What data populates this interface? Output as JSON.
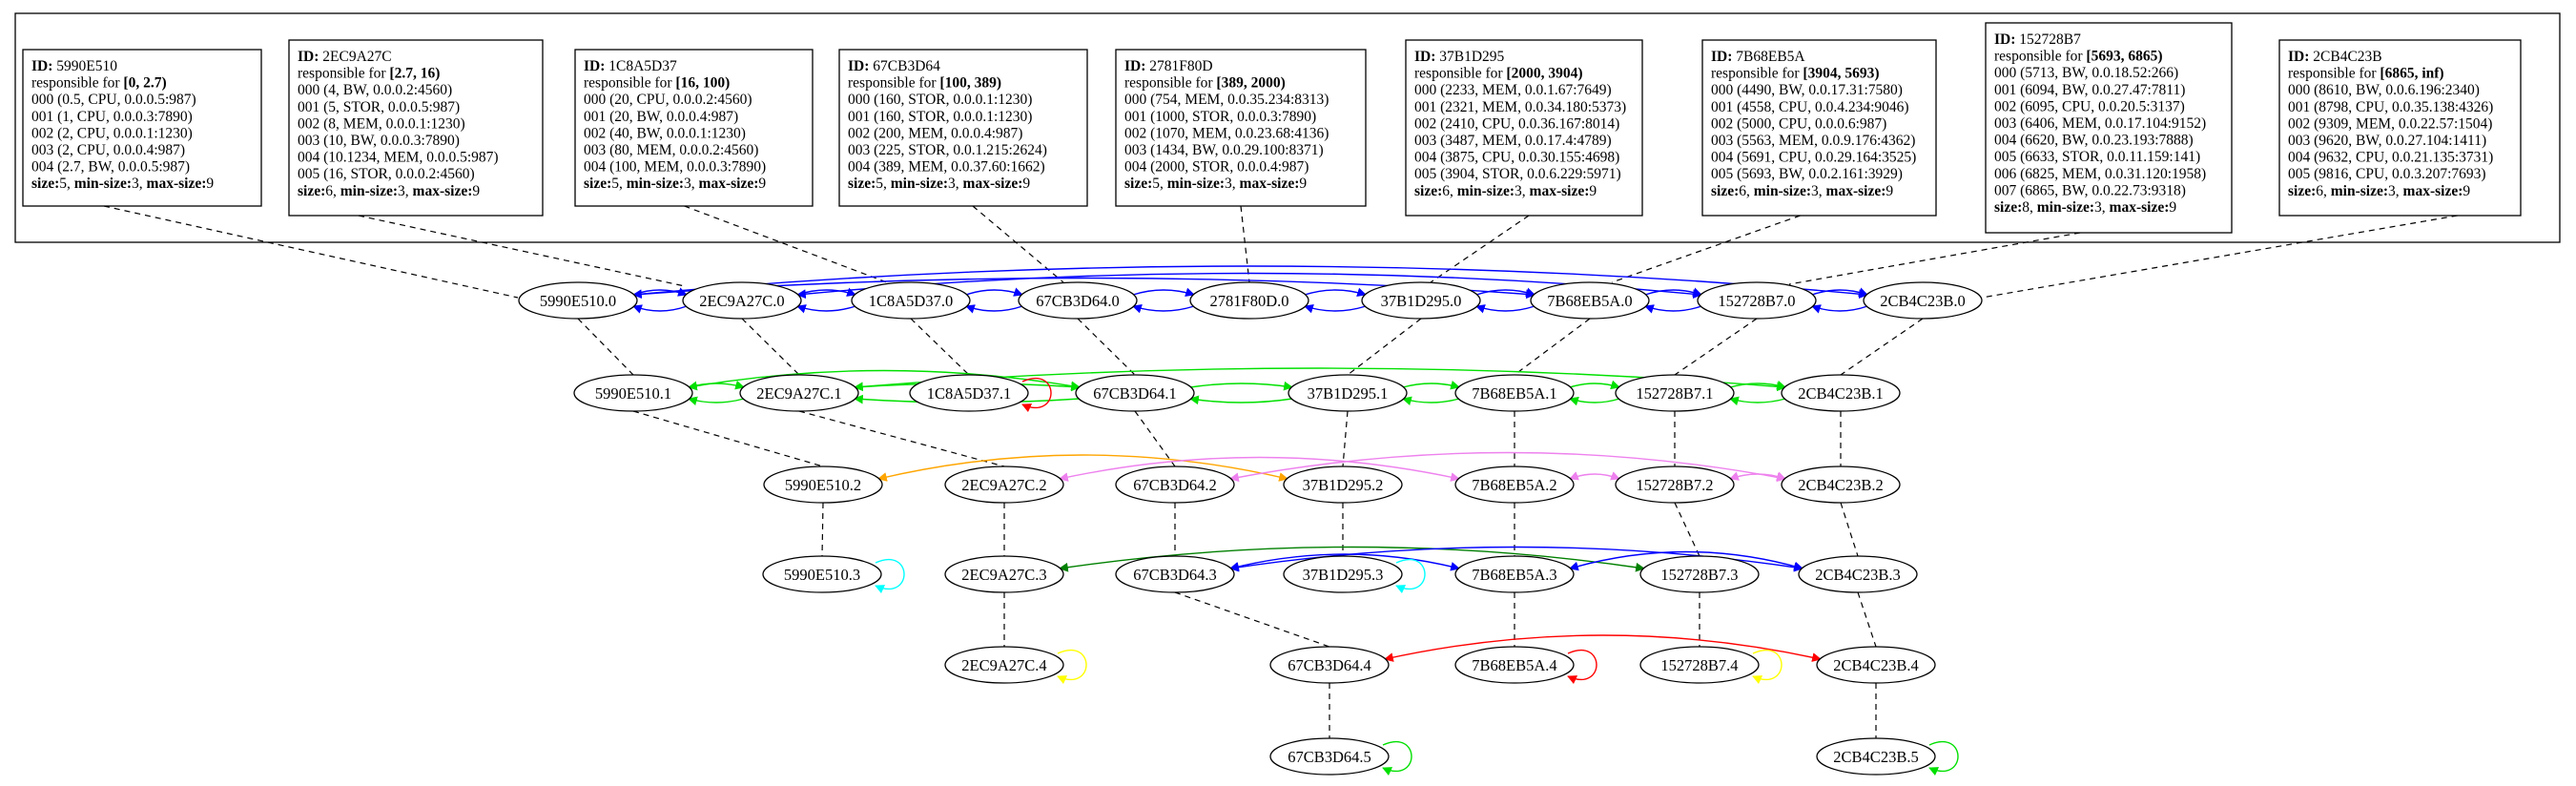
{
  "peers": [
    {
      "id": "5990E510",
      "range": "[0, 2.7)",
      "entries": [
        "000 (0.5, CPU, 0.0.0.5:987)",
        "001 (1, CPU, 0.0.0.3:7890)",
        "002 (2, CPU, 0.0.0.1:1230)",
        "003 (2, CPU, 0.0.0.4:987)",
        "004 (2.7, BW, 0.0.0.5:987)"
      ],
      "size": "5",
      "min_size": "3",
      "max_size": "9"
    },
    {
      "id": "2EC9A27C",
      "range": "[2.7, 16)",
      "entries": [
        "000 (4, BW, 0.0.0.2:4560)",
        "001 (5, STOR, 0.0.0.5:987)",
        "002 (8, MEM, 0.0.0.1:1230)",
        "003 (10, BW, 0.0.0.3:7890)",
        "004 (10.1234, MEM, 0.0.0.5:987)",
        "005 (16, STOR, 0.0.0.2:4560)"
      ],
      "size": "6",
      "min_size": "3",
      "max_size": "9"
    },
    {
      "id": "1C8A5D37",
      "range": "[16, 100)",
      "entries": [
        "000 (20, CPU, 0.0.0.2:4560)",
        "001 (20, BW, 0.0.0.4:987)",
        "002 (40, BW, 0.0.0.1:1230)",
        "003 (80, MEM, 0.0.0.2:4560)",
        "004 (100, MEM, 0.0.0.3:7890)"
      ],
      "size": "5",
      "min_size": "3",
      "max_size": "9"
    },
    {
      "id": "67CB3D64",
      "range": "[100, 389)",
      "entries": [
        "000 (160, STOR, 0.0.0.1:1230)",
        "001 (160, STOR, 0.0.0.1:1230)",
        "002 (200, MEM, 0.0.0.4:987)",
        "003 (225, STOR, 0.0.1.215:2624)",
        "004 (389, MEM, 0.0.37.60:1662)"
      ],
      "size": "5",
      "min_size": "3",
      "max_size": "9"
    },
    {
      "id": "2781F80D",
      "range": "[389, 2000)",
      "entries": [
        "000 (754, MEM, 0.0.35.234:8313)",
        "001 (1000, STOR, 0.0.0.3:7890)",
        "002 (1070, MEM, 0.0.23.68:4136)",
        "003 (1434, BW, 0.0.29.100:8371)",
        "004 (2000, STOR, 0.0.0.4:987)"
      ],
      "size": "5",
      "min_size": "3",
      "max_size": "9"
    },
    {
      "id": "37B1D295",
      "range": "[2000, 3904)",
      "entries": [
        "000 (2233, MEM, 0.0.1.67:7649)",
        "001 (2321, MEM, 0.0.34.180:5373)",
        "002 (2410, CPU, 0.0.36.167:8014)",
        "003 (3487, MEM, 0.0.17.4:4789)",
        "004 (3875, CPU, 0.0.30.155:4698)",
        "005 (3904, STOR, 0.0.6.229:5971)"
      ],
      "size": "6",
      "min_size": "3",
      "max_size": "9"
    },
    {
      "id": "7B68EB5A",
      "range": "[3904, 5693)",
      "entries": [
        "000 (4490, BW, 0.0.17.31:7580)",
        "001 (4558, CPU, 0.0.4.234:9046)",
        "002 (5000, CPU, 0.0.0.6:987)",
        "003 (5563, MEM, 0.0.9.176:4362)",
        "004 (5691, CPU, 0.0.29.164:3525)",
        "005 (5693, BW, 0.0.2.161:3929)"
      ],
      "size": "6",
      "min_size": "3",
      "max_size": "9"
    },
    {
      "id": "152728B7",
      "range": "[5693, 6865)",
      "entries": [
        "000 (5713, BW, 0.0.18.52:266)",
        "001 (6094, BW, 0.0.27.47:7811)",
        "002 (6095, CPU, 0.0.20.5:3137)",
        "003 (6406, MEM, 0.0.17.104:9152)",
        "004 (6620, BW, 0.0.23.193:7888)",
        "005 (6633, STOR, 0.0.11.159:141)",
        "006 (6825, MEM, 0.0.31.120:1958)",
        "007 (6865, BW, 0.0.22.73:9318)"
      ],
      "size": "8",
      "min_size": "3",
      "max_size": "9"
    },
    {
      "id": "2CB4C23B",
      "range": "[6865, inf)",
      "entries": [
        "000 (8610, BW, 0.0.6.196:2340)",
        "001 (8798, CPU, 0.0.35.138:4326)",
        "002 (9309, MEM, 0.0.22.57:1504)",
        "003 (9620, BW, 0.0.27.104:1411)",
        "004 (9632, CPU, 0.0.21.135:3731)",
        "005 (9816, CPU, 0.0.3.207:7693)"
      ],
      "size": "6",
      "min_size": "3",
      "max_size": "9"
    }
  ],
  "labels": {
    "id_prefix": "ID:",
    "responsible_for": "responsible for",
    "size": "size:",
    "min_size": "min-size:",
    "max_size": "max-size:"
  },
  "nodes": [
    "5990E510.0",
    "2EC9A27C.0",
    "1C8A5D37.0",
    "67CB3D64.0",
    "2781F80D.0",
    "37B1D295.0",
    "7B68EB5A.0",
    "152728B7.0",
    "2CB4C23B.0",
    "5990E510.1",
    "2EC9A27C.1",
    "1C8A5D37.1",
    "67CB3D64.1",
    "37B1D295.1",
    "7B68EB5A.1",
    "152728B7.1",
    "2CB4C23B.1",
    "5990E510.2",
    "2EC9A27C.2",
    "67CB3D64.2",
    "37B1D295.2",
    "7B68EB5A.2",
    "152728B7.2",
    "2CB4C23B.2",
    "5990E510.3",
    "2EC9A27C.3",
    "67CB3D64.3",
    "37B1D295.3",
    "7B68EB5A.3",
    "152728B7.3",
    "2CB4C23B.3",
    "2EC9A27C.4",
    "67CB3D64.4",
    "7B68EB5A.4",
    "152728B7.4",
    "2CB4C23B.4",
    "67CB3D64.5",
    "2CB4C23B.5"
  ],
  "level_colors": {
    "0": "#0000ff",
    "1": "#00e000",
    "2a": "#ffa500",
    "2b": "#ee82ee",
    "3a": "#008000",
    "3b": "#0000ff",
    "self_loop_cyan": "#00ffff",
    "self_loop_yellow": "#ffff00",
    "self_loop_red": "#ff0000",
    "level4": "#ff0000",
    "self_loop_green": "#00e000"
  }
}
